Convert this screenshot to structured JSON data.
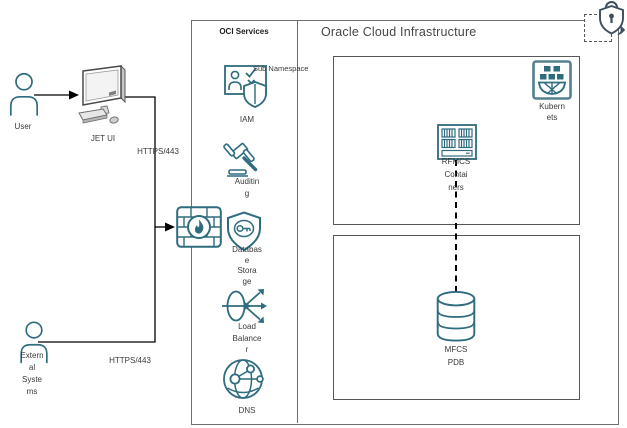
{
  "colors": {
    "icon_teal": "#2E6C7E",
    "border_gray": "#6E6E6E",
    "inner_border": "#565656",
    "connector_black": "#000000",
    "lock_slate": "#3E4E5C"
  },
  "left_flow": {
    "user_label": "User",
    "jet_ui_label": "JET UI",
    "https_top_label": "HTTPS/443",
    "https_bottom_label": "HTTPS/443",
    "external_systems_label": "Extern\nal\nSyste\nms"
  },
  "oci_services": {
    "title": "OCI Services",
    "items": [
      {
        "icon": "iam-icon",
        "label": "IAM"
      },
      {
        "icon": "auditing-icon",
        "label": "Auditin\ng"
      },
      {
        "icon": "database-storage-icon",
        "label": "Databas\ne\nStora\nge"
      },
      {
        "icon": "load-balancer-icon",
        "label": "Load\nBalance\nr"
      },
      {
        "icon": "dns-icon",
        "label": "DNS"
      }
    ]
  },
  "cloud": {
    "title": "Oracle Cloud Infrastructure",
    "sub_namespace_label": "Sub Namespace",
    "kubernetes_label": "Kubern\nets",
    "rfmcs_label": "RFMCS\nContai\nners",
    "mfcs_label": "MFCS\nPDB"
  }
}
